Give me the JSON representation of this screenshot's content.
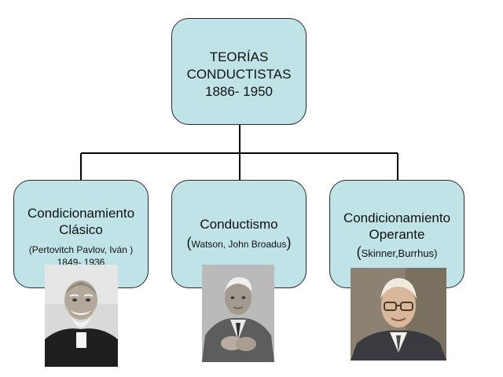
{
  "root": {
    "line1": "TEORÍAS",
    "line2": "CONDUCTISTAS",
    "line3": "1886- 1950"
  },
  "nodes": [
    {
      "title_line1": "Condicionamiento",
      "title_line2": "Clásico",
      "author_open": "(",
      "author": "Pertovitch Pavlov, Iván",
      "author_close": ")",
      "years": "1849-  1936",
      "photo_icon": "portrait-pavlov"
    },
    {
      "title_line1": "Conductismo",
      "author_open": "(",
      "author": "Watson, John Broadus",
      "author_close": ")",
      "photo_icon": "portrait-watson"
    },
    {
      "title_line1": "Condicionamiento",
      "title_line2": "Operante",
      "author_open": "(",
      "author": "Skinner,Burrhus",
      "author_close": ")",
      "photo_icon": "portrait-skinner"
    }
  ],
  "colors": {
    "box_fill": "#bfe3e6",
    "box_border": "#2b2b2b",
    "connector": "#000000"
  }
}
